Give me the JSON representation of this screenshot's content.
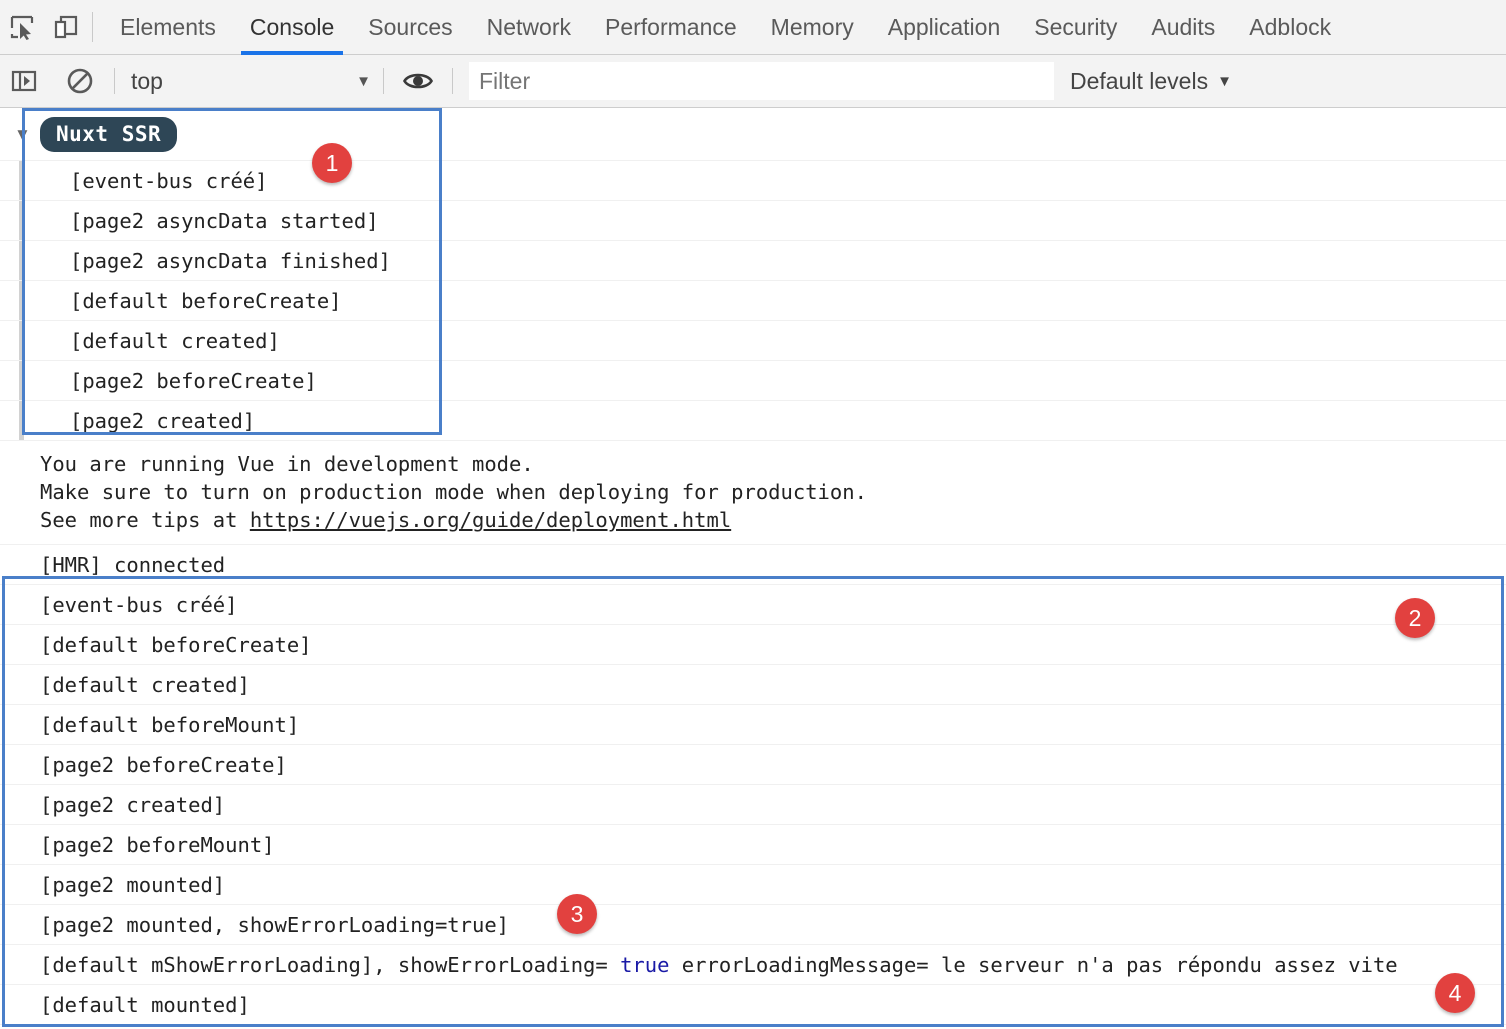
{
  "devtools": {
    "toolbar_icons": [
      {
        "name": "inspect-element-icon",
        "title": "Inspect element"
      },
      {
        "name": "device-toolbar-icon",
        "title": "Toggle device toolbar"
      }
    ],
    "tabs": [
      {
        "label": "Elements",
        "active": false
      },
      {
        "label": "Console",
        "active": true
      },
      {
        "label": "Sources",
        "active": false
      },
      {
        "label": "Network",
        "active": false
      },
      {
        "label": "Performance",
        "active": false
      },
      {
        "label": "Memory",
        "active": false
      },
      {
        "label": "Application",
        "active": false
      },
      {
        "label": "Security",
        "active": false
      },
      {
        "label": "Audits",
        "active": false
      },
      {
        "label": "Adblock",
        "active": false
      }
    ],
    "active_tab_underline_color": "#1a73e8"
  },
  "filterbar": {
    "sidebar_toggle_icon": "console-sidebar-icon",
    "clear_icon": "clear-console-icon",
    "context": "top",
    "context_caret": "▼",
    "eye_icon": "eye-icon",
    "filter_placeholder": "Filter",
    "filter_value": "",
    "levels_label": "Default levels",
    "levels_caret": "▼"
  },
  "console": {
    "group": {
      "caret": "▼",
      "badge": "Nuxt SSR",
      "badge_bg": "#2e4656",
      "badge_fg": "#ffffff",
      "lines": [
        "[event-bus créé]",
        "[page2 asyncData started]",
        "[page2 asyncData finished]",
        "[default beforeCreate]",
        "[default created]",
        "[page2 beforeCreate]",
        "[page2 created]"
      ]
    },
    "vue_warning": {
      "line1": "You are running Vue in development mode.",
      "line2": "Make sure to turn on production mode when deploying for production.",
      "line3_prefix": "See more tips at ",
      "link": "https://vuejs.org/guide/deployment.html"
    },
    "hmr": "[HMR] connected",
    "client_lines": [
      {
        "text": "[event-bus créé]"
      },
      {
        "text": "[default beforeCreate]"
      },
      {
        "text": "[default created]"
      },
      {
        "text": "[default beforeMount]"
      },
      {
        "text": "[page2 beforeCreate]"
      },
      {
        "text": "[page2 created]"
      },
      {
        "text": "[page2 beforeMount]"
      },
      {
        "text": "[page2 mounted]"
      },
      {
        "text": "[page2 mounted, showErrorLoading=true]"
      },
      {
        "text": "[default mounted]"
      }
    ],
    "error_line": {
      "prefix": "[default mShowErrorLoading], showErrorLoading= ",
      "bool": "true",
      "suffix": " errorLoadingMessage= le serveur n'a pas répondu assez vite"
    }
  },
  "annotations": {
    "box_color": "#4a7fc9",
    "badge_color": "#e2413f",
    "badges": [
      {
        "id": "1",
        "label": "1"
      },
      {
        "id": "2",
        "label": "2"
      },
      {
        "id": "3",
        "label": "3"
      },
      {
        "id": "4",
        "label": "4"
      }
    ]
  }
}
